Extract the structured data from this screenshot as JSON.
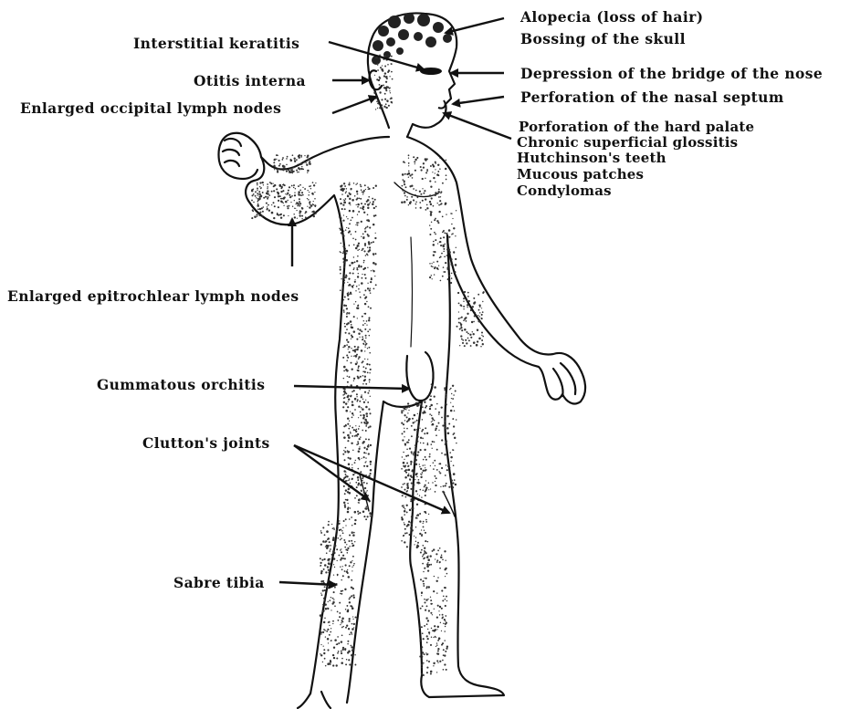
{
  "colors": {
    "ink": "#111111",
    "background": "#ffffff",
    "stipple": "#333333"
  },
  "labels": {
    "alopecia": "Alopecia (loss of hair)",
    "bossing": "Bossing of the skull",
    "interstitial_keratitis": "Interstitial keratitis",
    "otitis_interna": "Otitis interna",
    "occipital_nodes": "Enlarged occipital lymph nodes",
    "nose_bridge": "Depression of the bridge of the nose",
    "nasal_septum": "Perforation of the nasal septum",
    "hard_palate": "Porforation of the hard palate",
    "glossitis": "Chronic superficial glossitis",
    "hutchinson": "Hutchinson's teeth",
    "mucous": "Mucous patches",
    "condylomas": "Condylomas",
    "epitrochlear": "Enlarged epitrochlear lymph nodes",
    "orchitis": "Gummatous orchitis",
    "clutton": "Clutton's joints",
    "sabre": "Sabre tibia"
  }
}
